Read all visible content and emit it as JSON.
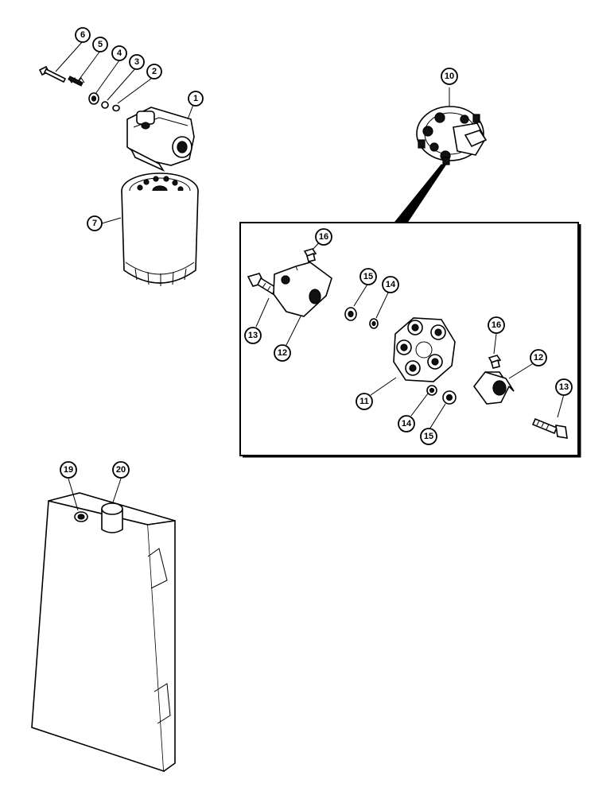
{
  "callouts": {
    "c1": "1",
    "c2": "2",
    "c3": "3",
    "c4": "4",
    "c5": "5",
    "c6": "6",
    "c7": "7",
    "c10": "10",
    "c11": "11",
    "c12a": "12",
    "c12b": "12",
    "c13a": "13",
    "c13b": "13",
    "c14a": "14",
    "c14b": "14",
    "c15a": "15",
    "c15b": "15",
    "c16a": "16",
    "c16b": "16",
    "c19": "19",
    "c20": "20"
  }
}
